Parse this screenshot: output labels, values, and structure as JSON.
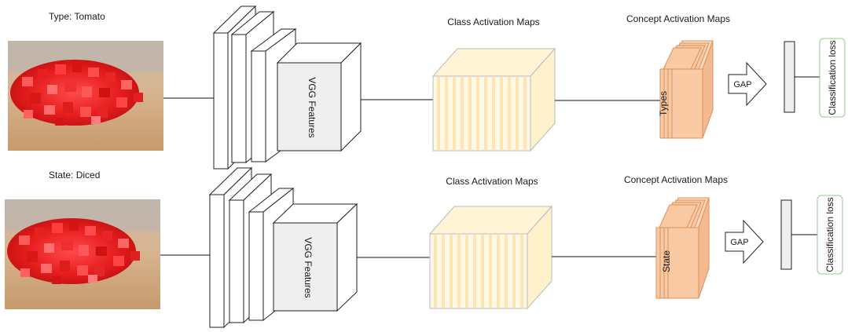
{
  "pipelines": [
    {
      "image_label": "Type: Tomato",
      "backbone_label": "VGG Features",
      "cam_title": "Class Activation Maps",
      "concept_title": "Concept Activation  Maps",
      "concept_label": "Types",
      "gap_label": "GAP",
      "loss_label": "Classification loss"
    },
    {
      "image_label": "State: Diced",
      "backbone_label": "VGG Features",
      "cam_title": "Class Activation Maps",
      "concept_title": "Concept Activation  Maps",
      "concept_label": "State",
      "gap_label": "GAP",
      "loss_label": "Classification loss"
    }
  ],
  "colors": {
    "cam_front": "#fff8e6",
    "cam_stripe": "#fbe4a8",
    "cam_top": "#fff4d6",
    "concept_fill": "#f9c9a3",
    "concept_stroke": "#d9935e",
    "loss_border": "#8fce8f"
  }
}
